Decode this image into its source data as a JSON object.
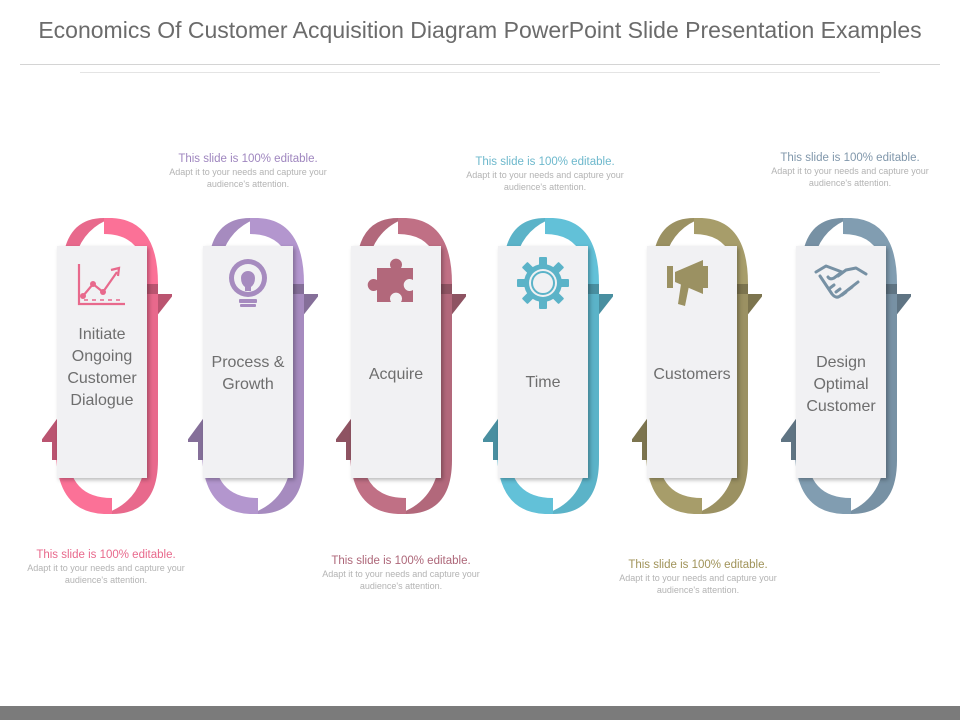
{
  "title": "Economics Of Customer Acquisition Diagram PowerPoint Slide Presentation Examples",
  "steps": [
    {
      "label": "Initiate Ongoing Customer Dialogue",
      "color": "#e8698c",
      "icon": "chart-icon"
    },
    {
      "label": "Process & Growth",
      "color": "#a68bbf",
      "icon": "lightbulb-gear-icon"
    },
    {
      "label": "Acquire",
      "color": "#b2687b",
      "icon": "puzzle-icon"
    },
    {
      "label": "Time",
      "color": "#5bb3c8",
      "icon": "gear-icon"
    },
    {
      "label": "Customers",
      "color": "#9b9162",
      "icon": "megaphone-icon"
    },
    {
      "label": "Design Optimal Customer",
      "color": "#7791a4",
      "icon": "handshake-icon"
    }
  ],
  "notes": [
    {
      "heading": "This slide is 100% editable.",
      "body": "Adapt it to your needs and capture your audience's attention.",
      "color": "#9f86bf"
    },
    {
      "heading": "This slide is 100% editable.",
      "body": "Adapt it to your needs and capture your audience's attention.",
      "color": "#6db8cc"
    },
    {
      "heading": "This slide is 100% editable.",
      "body": "Adapt it to your needs and capture your audience's attention.",
      "color": "#8097ab"
    },
    {
      "heading": "This slide is 100% editable.",
      "body": "Adapt it to your needs and capture your audience's attention.",
      "color": "#e8698c"
    },
    {
      "heading": "This slide is 100% editable.",
      "body": "Adapt it to your needs and capture your audience's attention.",
      "color": "#ad6678"
    },
    {
      "heading": "This slide is 100% editable.",
      "body": "Adapt it to your needs and capture your audience's attention.",
      "color": "#a09359"
    }
  ]
}
